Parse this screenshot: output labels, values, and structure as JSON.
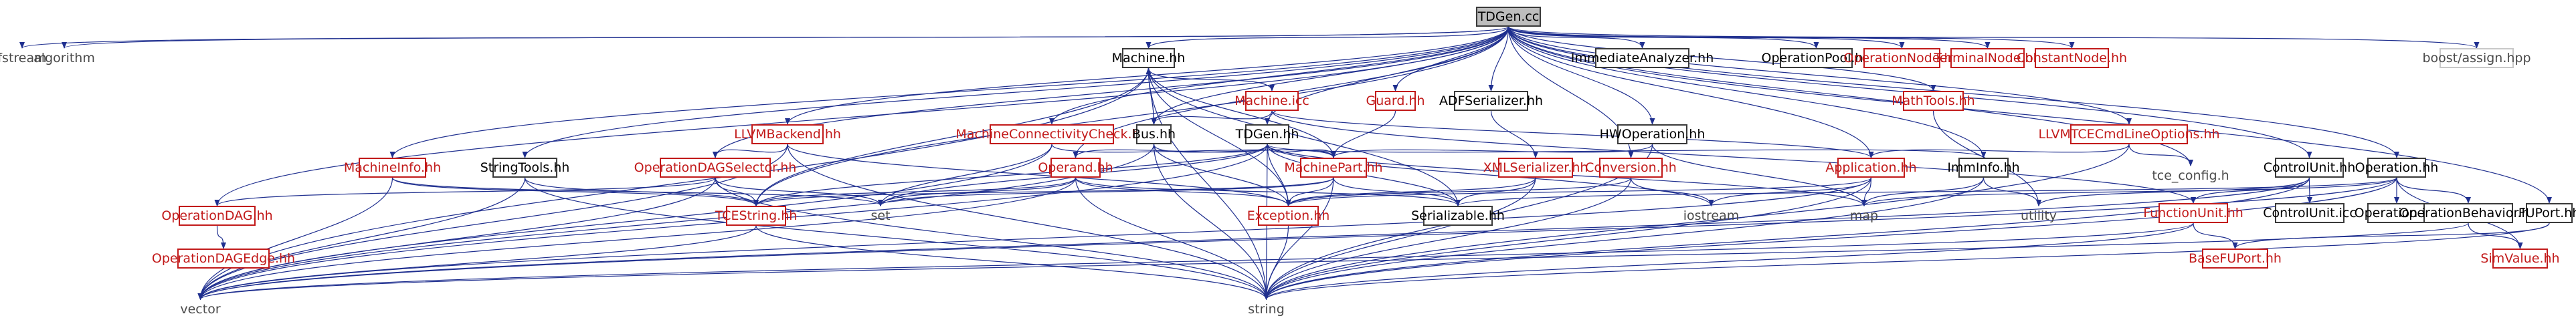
{
  "diagram": {
    "title": "TDGen.cc",
    "colors": {
      "edge": "#1f2f8f",
      "black": "#000000",
      "red": "#c21a1a",
      "gray": "#4a4a4a",
      "root_fill": "#bdbdbd"
    },
    "nodes": [
      {
        "id": "TDGen.cc",
        "label": "TDGen.cc",
        "style": "root"
      },
      {
        "id": "fstream",
        "label": "fstream",
        "style": "none"
      },
      {
        "id": "algorithm",
        "label": "algorithm",
        "style": "none"
      },
      {
        "id": "Machine.hh",
        "label": "Machine.hh",
        "style": "black"
      },
      {
        "id": "ImmediateAnalyzer.hh",
        "label": "ImmediateAnalyzer.hh",
        "style": "black"
      },
      {
        "id": "OperationPool.hh",
        "label": "OperationPool.hh",
        "style": "black"
      },
      {
        "id": "OperationNode.hh",
        "label": "OperationNode.hh",
        "style": "red"
      },
      {
        "id": "TerminalNode.hh",
        "label": "TerminalNode.hh",
        "style": "red"
      },
      {
        "id": "ConstantNode.hh",
        "label": "ConstantNode.hh",
        "style": "red"
      },
      {
        "id": "boost/assign.hpp",
        "label": "boost/assign.hpp",
        "style": "gray"
      },
      {
        "id": "Machine.icc",
        "label": "Machine.icc",
        "style": "red"
      },
      {
        "id": "Guard.hh",
        "label": "Guard.hh",
        "style": "red"
      },
      {
        "id": "ADFSerializer.hh",
        "label": "ADFSerializer.hh",
        "style": "black"
      },
      {
        "id": "MathTools.hh",
        "label": "MathTools.hh",
        "style": "red"
      },
      {
        "id": "LLVMBackend.hh",
        "label": "LLVMBackend.hh",
        "style": "red"
      },
      {
        "id": "MachineConnectivityCheck.hh",
        "label": "MachineConnectivityCheck.hh",
        "style": "red"
      },
      {
        "id": "Bus.hh",
        "label": "Bus.hh",
        "style": "black"
      },
      {
        "id": "TDGen.hh",
        "label": "TDGen.hh",
        "style": "black"
      },
      {
        "id": "HWOperation.hh",
        "label": "HWOperation.hh",
        "style": "black"
      },
      {
        "id": "LLVMTCECmdLineOptions.hh",
        "label": "LLVMTCECmdLineOptions.hh",
        "style": "red"
      },
      {
        "id": "tce_config.h",
        "label": "tce_config.h",
        "style": "none"
      },
      {
        "id": "ControlUnit.hh",
        "label": "ControlUnit.hh",
        "style": "black"
      },
      {
        "id": "Operation.hh",
        "label": "Operation.hh",
        "style": "black"
      },
      {
        "id": "MachineInfo.hh",
        "label": "MachineInfo.hh",
        "style": "red"
      },
      {
        "id": "StringTools.hh",
        "label": "StringTools.hh",
        "style": "black"
      },
      {
        "id": "OperationDAGSelector.hh",
        "label": "OperationDAGSelector.hh",
        "style": "red"
      },
      {
        "id": "Operand.hh",
        "label": "Operand.hh",
        "style": "red"
      },
      {
        "id": "MachinePart.hh",
        "label": "MachinePart.hh",
        "style": "red"
      },
      {
        "id": "XMLSerializer.hh",
        "label": "XMLSerializer.hh",
        "style": "red"
      },
      {
        "id": "Conversion.hh",
        "label": "Conversion.hh",
        "style": "red"
      },
      {
        "id": "Application.hh",
        "label": "Application.hh",
        "style": "red"
      },
      {
        "id": "ImmInfo.hh",
        "label": "ImmInfo.hh",
        "style": "black"
      },
      {
        "id": "FunctionUnit.hh",
        "label": "FunctionUnit.hh",
        "style": "red"
      },
      {
        "id": "ControlUnit.icc",
        "label": "ControlUnit.icc",
        "style": "black"
      },
      {
        "id": "Operation.icc",
        "label": "Operation.icc",
        "style": "black"
      },
      {
        "id": "OperationBehavior.hh",
        "label": "OperationBehavior.hh",
        "style": "black"
      },
      {
        "id": "FUPort.hh",
        "label": "FUPort.hh",
        "style": "black"
      },
      {
        "id": "OperationDAG.hh",
        "label": "OperationDAG.hh",
        "style": "red"
      },
      {
        "id": "OperationDAGEdge.hh",
        "label": "OperationDAGEdge.hh",
        "style": "red"
      },
      {
        "id": "TCEString.hh",
        "label": "TCEString.hh",
        "style": "red"
      },
      {
        "id": "set",
        "label": "set",
        "style": "none"
      },
      {
        "id": "Exception.hh",
        "label": "Exception.hh",
        "style": "red"
      },
      {
        "id": "Serializable.hh",
        "label": "Serializable.hh",
        "style": "black"
      },
      {
        "id": "iostream",
        "label": "iostream",
        "style": "none"
      },
      {
        "id": "map",
        "label": "map",
        "style": "none"
      },
      {
        "id": "utility",
        "label": "utility",
        "style": "none"
      },
      {
        "id": "vector",
        "label": "vector",
        "style": "none"
      },
      {
        "id": "string",
        "label": "string",
        "style": "none"
      },
      {
        "id": "BaseFUPort.hh",
        "label": "BaseFUPort.hh",
        "style": "red"
      },
      {
        "id": "SimValue.hh",
        "label": "SimValue.hh",
        "style": "red"
      }
    ],
    "edges": [
      [
        "TDGen.cc",
        "fstream"
      ],
      [
        "TDGen.cc",
        "algorithm"
      ],
      [
        "TDGen.cc",
        "Machine.hh"
      ],
      [
        "TDGen.cc",
        "ImmediateAnalyzer.hh"
      ],
      [
        "TDGen.cc",
        "OperationPool.hh"
      ],
      [
        "TDGen.cc",
        "OperationNode.hh"
      ],
      [
        "TDGen.cc",
        "TerminalNode.hh"
      ],
      [
        "TDGen.cc",
        "ConstantNode.hh"
      ],
      [
        "TDGen.cc",
        "boost/assign.hpp"
      ],
      [
        "TDGen.cc",
        "Guard.hh"
      ],
      [
        "TDGen.cc",
        "ADFSerializer.hh"
      ],
      [
        "TDGen.cc",
        "MathTools.hh"
      ],
      [
        "TDGen.cc",
        "LLVMBackend.hh"
      ],
      [
        "TDGen.cc",
        "MachineConnectivityCheck.hh"
      ],
      [
        "TDGen.cc",
        "Bus.hh"
      ],
      [
        "TDGen.cc",
        "TDGen.hh"
      ],
      [
        "TDGen.cc",
        "HWOperation.hh"
      ],
      [
        "TDGen.cc",
        "LLVMTCECmdLineOptions.hh"
      ],
      [
        "TDGen.cc",
        "tce_config.h"
      ],
      [
        "TDGen.cc",
        "ControlUnit.hh"
      ],
      [
        "TDGen.cc",
        "Operation.hh"
      ],
      [
        "TDGen.cc",
        "MachineInfo.hh"
      ],
      [
        "TDGen.cc",
        "StringTools.hh"
      ],
      [
        "TDGen.cc",
        "OperationDAGSelector.hh"
      ],
      [
        "TDGen.cc",
        "Operand.hh"
      ],
      [
        "TDGen.cc",
        "Conversion.hh"
      ],
      [
        "TDGen.cc",
        "Application.hh"
      ],
      [
        "TDGen.cc",
        "ImmInfo.hh"
      ],
      [
        "TDGen.cc",
        "FUPort.hh"
      ],
      [
        "TDGen.cc",
        "OperationDAG.hh"
      ],
      [
        "TDGen.cc",
        "TCEString.hh"
      ],
      [
        "Machine.hh",
        "Machine.icc"
      ],
      [
        "Machine.hh",
        "Bus.hh"
      ],
      [
        "Machine.hh",
        "MachinePart.hh"
      ],
      [
        "Machine.hh",
        "Exception.hh"
      ],
      [
        "Machine.hh",
        "Serializable.hh"
      ],
      [
        "Machine.hh",
        "TCEString.hh"
      ],
      [
        "Machine.hh",
        "vector"
      ],
      [
        "Machine.hh",
        "string"
      ],
      [
        "Machine.icc",
        "Bus.hh"
      ],
      [
        "Machine.icc",
        "Application.hh"
      ],
      [
        "Machine.icc",
        "FunctionUnit.hh"
      ],
      [
        "Guard.hh",
        "MachinePart.hh"
      ],
      [
        "ADFSerializer.hh",
        "XMLSerializer.hh"
      ],
      [
        "MathTools.hh",
        "utility"
      ],
      [
        "LLVMBackend.hh",
        "OperationDAGSelector.hh"
      ],
      [
        "LLVMBackend.hh",
        "Exception.hh"
      ],
      [
        "LLVMBackend.hh",
        "vector"
      ],
      [
        "LLVMBackend.hh",
        "string"
      ],
      [
        "MachineConnectivityCheck.hh",
        "MachinePart.hh"
      ],
      [
        "MachineConnectivityCheck.hh",
        "set"
      ],
      [
        "MachineConnectivityCheck.hh",
        "vector"
      ],
      [
        "Bus.hh",
        "Machine.hh"
      ],
      [
        "Bus.hh",
        "MachinePart.hh"
      ],
      [
        "Bus.hh",
        "Exception.hh"
      ],
      [
        "Bus.hh",
        "string"
      ],
      [
        "Bus.hh",
        "vector"
      ],
      [
        "TDGen.hh",
        "MachinePart.hh"
      ],
      [
        "TDGen.hh",
        "Operand.hh"
      ],
      [
        "TDGen.hh",
        "Exception.hh"
      ],
      [
        "TDGen.hh",
        "TCEString.hh"
      ],
      [
        "TDGen.hh",
        "set"
      ],
      [
        "TDGen.hh",
        "map"
      ],
      [
        "TDGen.hh",
        "iostream"
      ],
      [
        "TDGen.hh",
        "Serializable.hh"
      ],
      [
        "TDGen.hh",
        "string"
      ],
      [
        "TDGen.hh",
        "vector"
      ],
      [
        "TDGen.hh",
        "ImmInfo.hh"
      ],
      [
        "HWOperation.hh",
        "MachinePart.hh"
      ],
      [
        "HWOperation.hh",
        "string"
      ],
      [
        "HWOperation.hh",
        "map"
      ],
      [
        "LLVMTCECmdLineOptions.hh",
        "Application.hh"
      ],
      [
        "LLVMTCECmdLineOptions.hh",
        "tce_config.h"
      ],
      [
        "LLVMTCECmdLineOptions.hh",
        "string"
      ],
      [
        "ControlUnit.hh",
        "ControlUnit.icc"
      ],
      [
        "ControlUnit.hh",
        "FunctionUnit.hh"
      ],
      [
        "ControlUnit.hh",
        "string"
      ],
      [
        "ControlUnit.hh",
        "utility"
      ],
      [
        "ControlUnit.hh",
        "vector"
      ],
      [
        "Operation.hh",
        "Operation.icc"
      ],
      [
        "Operation.hh",
        "OperationBehavior.hh"
      ],
      [
        "Operation.hh",
        "Serializable.hh"
      ],
      [
        "Operation.hh",
        "SimValue.hh"
      ],
      [
        "Operation.hh",
        "string"
      ],
      [
        "Operation.hh",
        "vector"
      ],
      [
        "Operation.hh",
        "map"
      ],
      [
        "MachineInfo.hh",
        "TCEString.hh"
      ],
      [
        "MachineInfo.hh",
        "vector"
      ],
      [
        "MachineInfo.hh",
        "set"
      ],
      [
        "StringTools.hh",
        "TCEString.hh"
      ],
      [
        "StringTools.hh",
        "string"
      ],
      [
        "StringTools.hh",
        "vector"
      ],
      [
        "OperationDAGSelector.hh",
        "OperationDAG.hh"
      ],
      [
        "OperationDAGSelector.hh",
        "TCEString.hh"
      ],
      [
        "OperationDAGSelector.hh",
        "set"
      ],
      [
        "OperationDAGSelector.hh",
        "vector"
      ],
      [
        "OperationDAGSelector.hh",
        "string"
      ],
      [
        "Operand.hh",
        "Exception.hh"
      ],
      [
        "Operand.hh",
        "Serializable.hh"
      ],
      [
        "Operand.hh",
        "TCEString.hh"
      ],
      [
        "Operand.hh",
        "set"
      ],
      [
        "Operand.hh",
        "string"
      ],
      [
        "Operand.hh",
        "vector"
      ],
      [
        "MachinePart.hh",
        "Exception.hh"
      ],
      [
        "MachinePart.hh",
        "Serializable.hh"
      ],
      [
        "MachinePart.hh",
        "TCEString.hh"
      ],
      [
        "MachinePart.hh",
        "string"
      ],
      [
        "MachinePart.hh",
        "set"
      ],
      [
        "XMLSerializer.hh",
        "Exception.hh"
      ],
      [
        "XMLSerializer.hh",
        "Serializable.hh"
      ],
      [
        "XMLSerializer.hh",
        "string"
      ],
      [
        "Conversion.hh",
        "Exception.hh"
      ],
      [
        "Conversion.hh",
        "string"
      ],
      [
        "Conversion.hh",
        "iostream"
      ],
      [
        "Application.hh",
        "Exception.hh"
      ],
      [
        "Application.hh",
        "iostream"
      ],
      [
        "Application.hh",
        "map"
      ],
      [
        "Application.hh",
        "string"
      ],
      [
        "Application.hh",
        "vector"
      ],
      [
        "ImmInfo.hh",
        "map"
      ],
      [
        "ImmInfo.hh",
        "utility"
      ],
      [
        "ImmInfo.hh",
        "string"
      ],
      [
        "FunctionUnit.hh",
        "BaseFUPort.hh"
      ],
      [
        "FunctionUnit.hh",
        "string"
      ],
      [
        "FunctionUnit.hh",
        "vector"
      ],
      [
        "OperationBehavior.hh",
        "SimValue.hh"
      ],
      [
        "OperationBehavior.hh",
        "vector"
      ],
      [
        "FUPort.hh",
        "BaseFUPort.hh"
      ],
      [
        "FUPort.hh",
        "string"
      ],
      [
        "OperationDAG.hh",
        "OperationDAGEdge.hh"
      ],
      [
        "TCEString.hh",
        "string"
      ],
      [
        "TCEString.hh",
        "vector"
      ],
      [
        "Exception.hh",
        "string"
      ]
    ]
  }
}
